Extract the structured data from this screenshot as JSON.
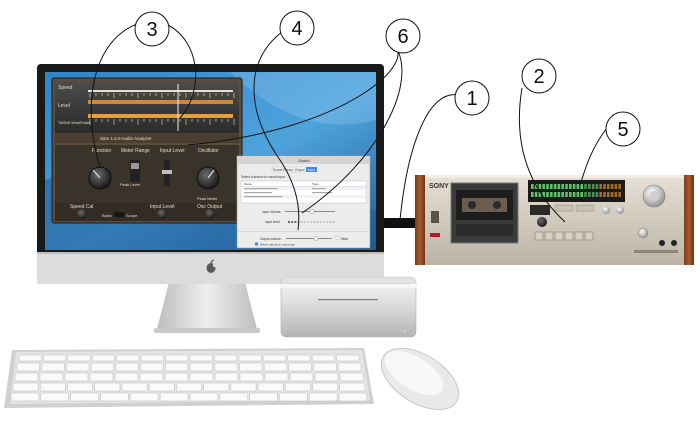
{
  "callouts": [
    {
      "id": "1",
      "label": "1"
    },
    {
      "id": "2",
      "label": "2"
    },
    {
      "id": "3",
      "label": "3"
    },
    {
      "id": "4",
      "label": "4"
    },
    {
      "id": "5",
      "label": "5"
    },
    {
      "id": "6",
      "label": "6"
    }
  ],
  "software_panel": {
    "meter_speed_label": "Speed",
    "meter_level_label": "Level",
    "meter_tilt_label": "Tilt/Drift Wow/Flutter",
    "brand_line": "Sam 1.5.0 Audio Analyzer",
    "function_label": "Function",
    "meter_range_label": "Meter Range",
    "input_level_label": "Input Level",
    "oscillator_label": "Oscillator",
    "speed_cal_label": "Speed Cal",
    "input_trim_label": "Input Level",
    "osc_output_label": "Osc Output",
    "basic_label": "Basic",
    "scope_label": "Scope",
    "peak_level_label": "Peak Level",
    "peak_meter_label": "Peak Meter"
  },
  "sound_dialog": {
    "title": "Sound",
    "tabs": [
      "Sound Effects",
      "Output",
      "Input"
    ],
    "device_heading": "Select a device for sound input:",
    "col_name": "Name",
    "col_type": "Type",
    "input_volume_label": "Input volume:",
    "input_level_label": "Input level:",
    "output_volume_label": "Output volume:",
    "mute_label": "Mute",
    "show_volume_label": "Show volume in menu bar"
  },
  "deck": {
    "brand": "SONY"
  }
}
